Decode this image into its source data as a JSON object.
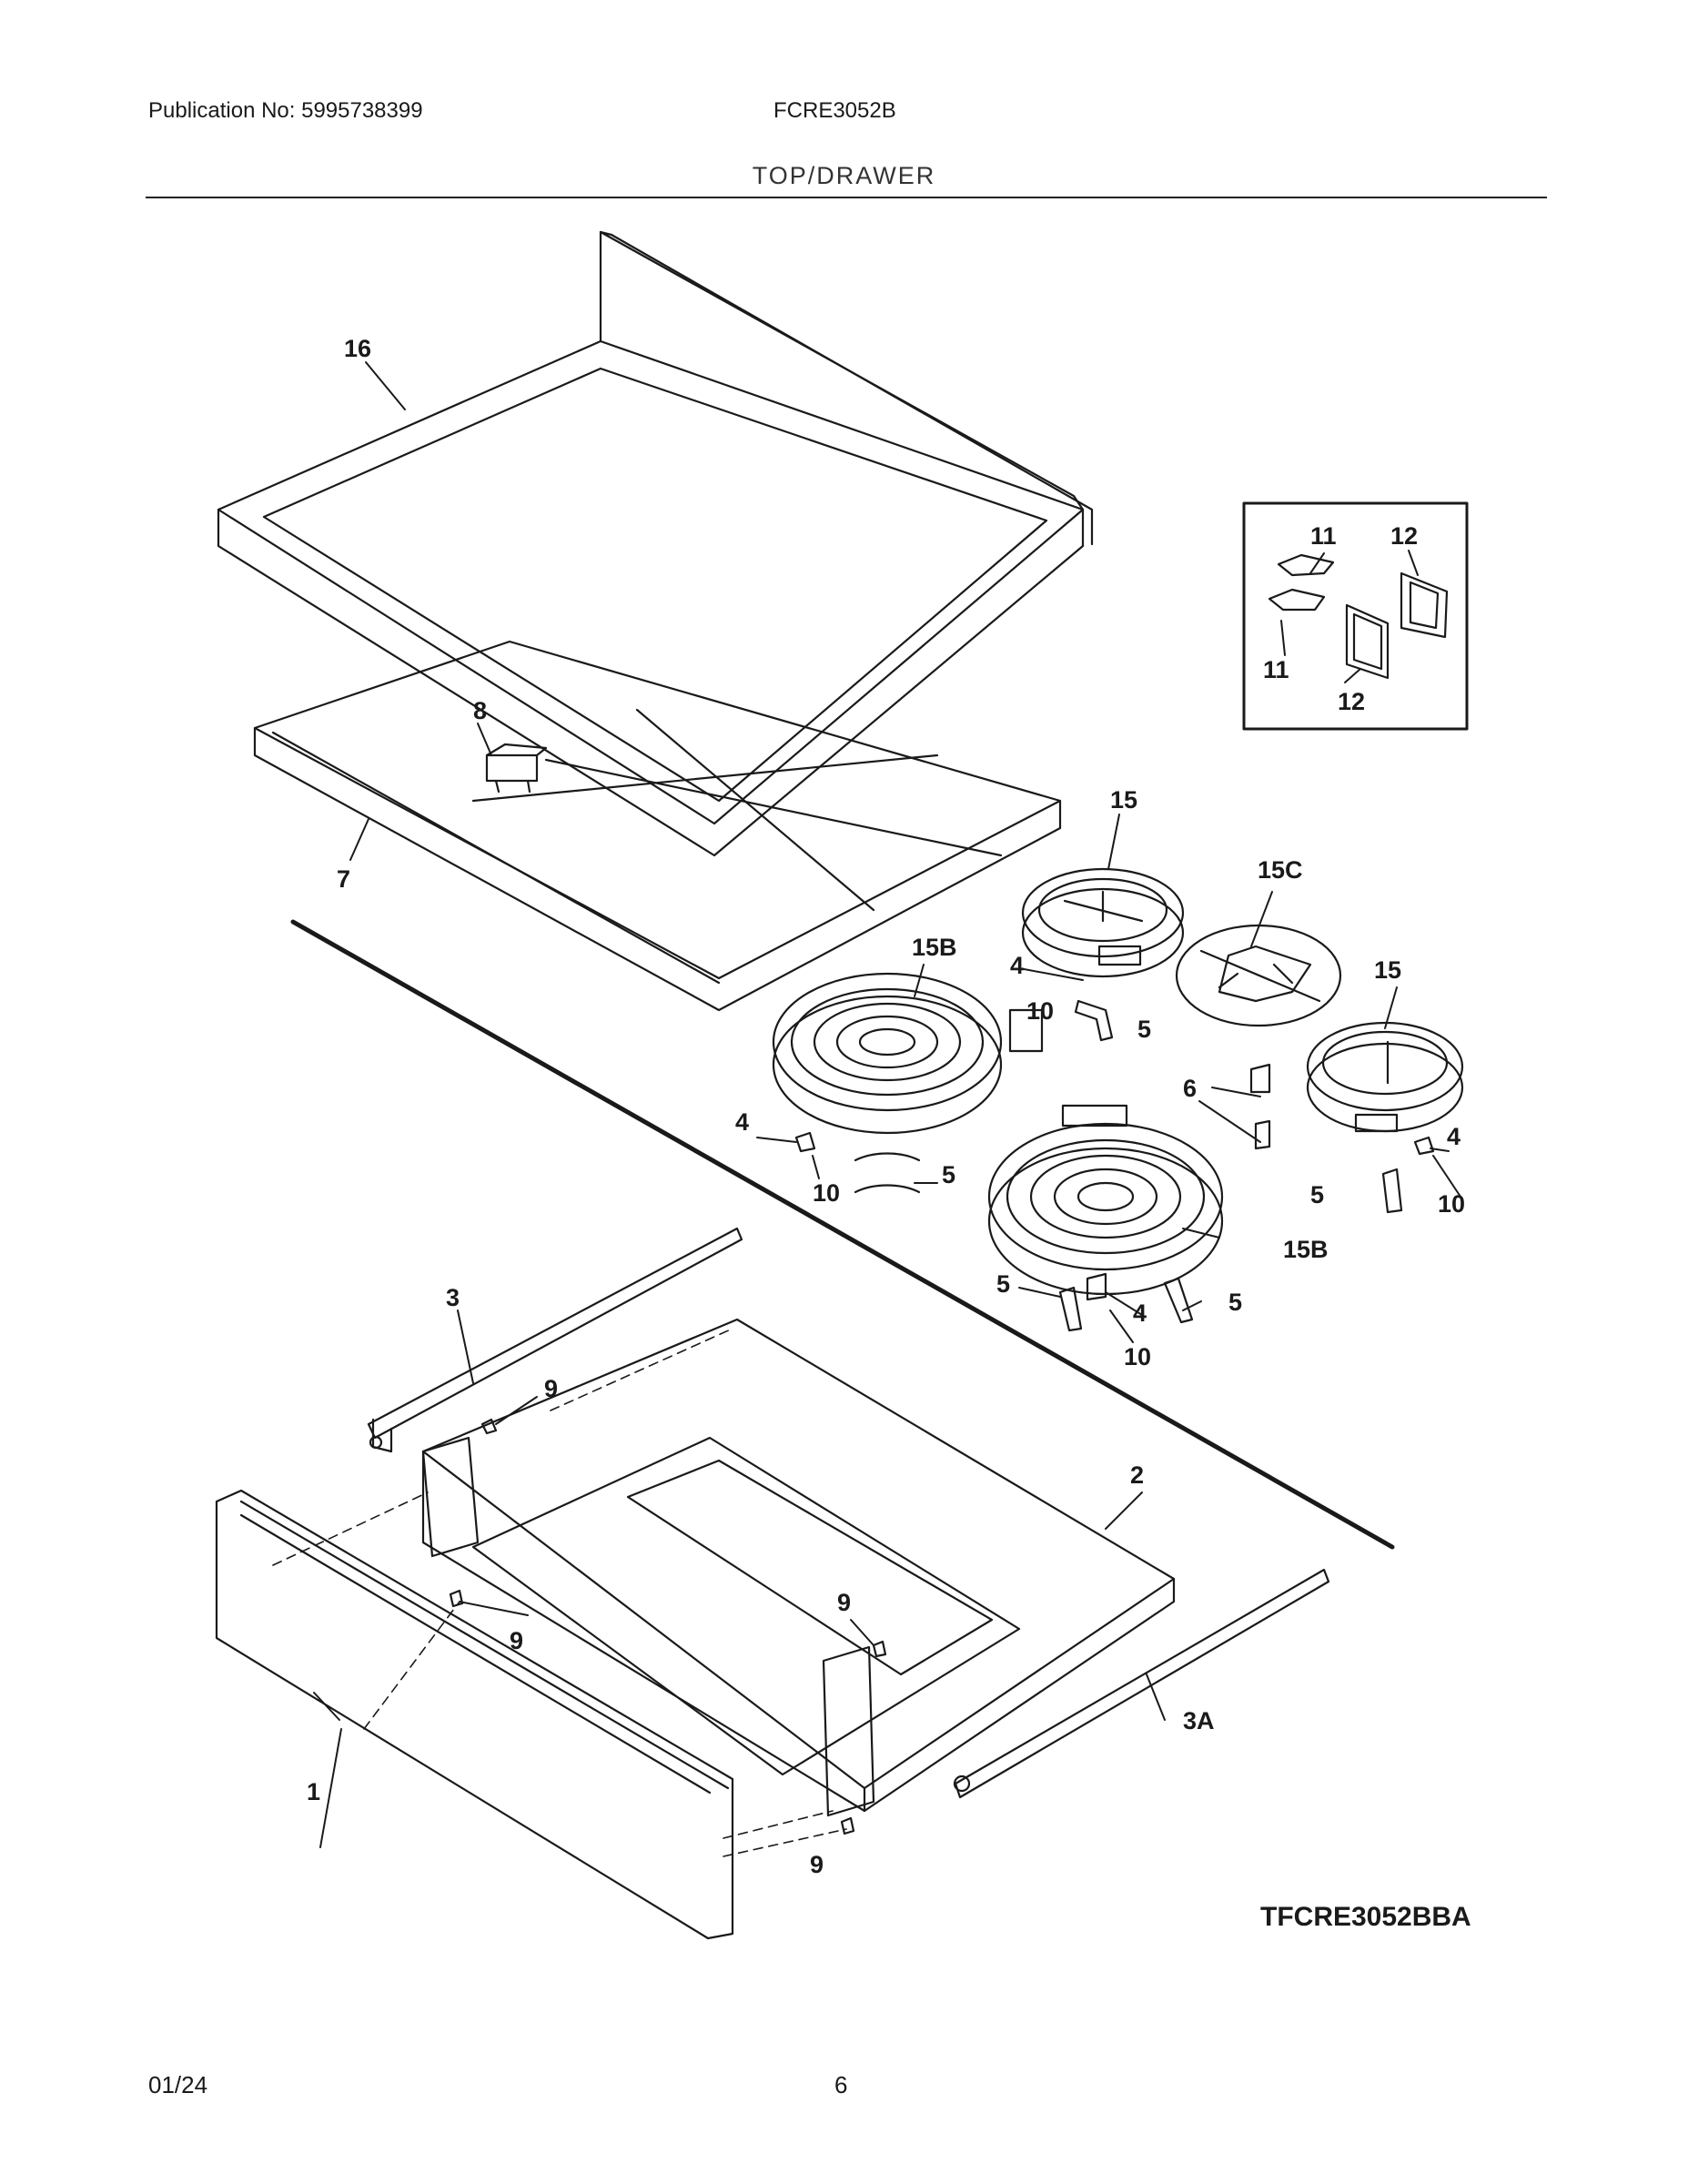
{
  "header": {
    "publication": "Publication No: 5995738399",
    "model": "FCRE3052B",
    "section": "TOP/DRAWER"
  },
  "diagram": {
    "code": "TFCRE3052BBA",
    "callouts": [
      "16",
      "11",
      "12",
      "11",
      "12",
      "8",
      "7",
      "15",
      "15C",
      "15B",
      "4",
      "10",
      "5",
      "15",
      "6",
      "4",
      "5",
      "10",
      "5",
      "4",
      "10",
      "15B",
      "5",
      "4",
      "5",
      "10",
      "3",
      "9",
      "2",
      "9",
      "9",
      "3A",
      "1",
      "9"
    ]
  },
  "footer": {
    "date": "01/24",
    "page": "6"
  },
  "colors": {
    "line": "#1a1a1a",
    "paper": "#ffffff"
  }
}
